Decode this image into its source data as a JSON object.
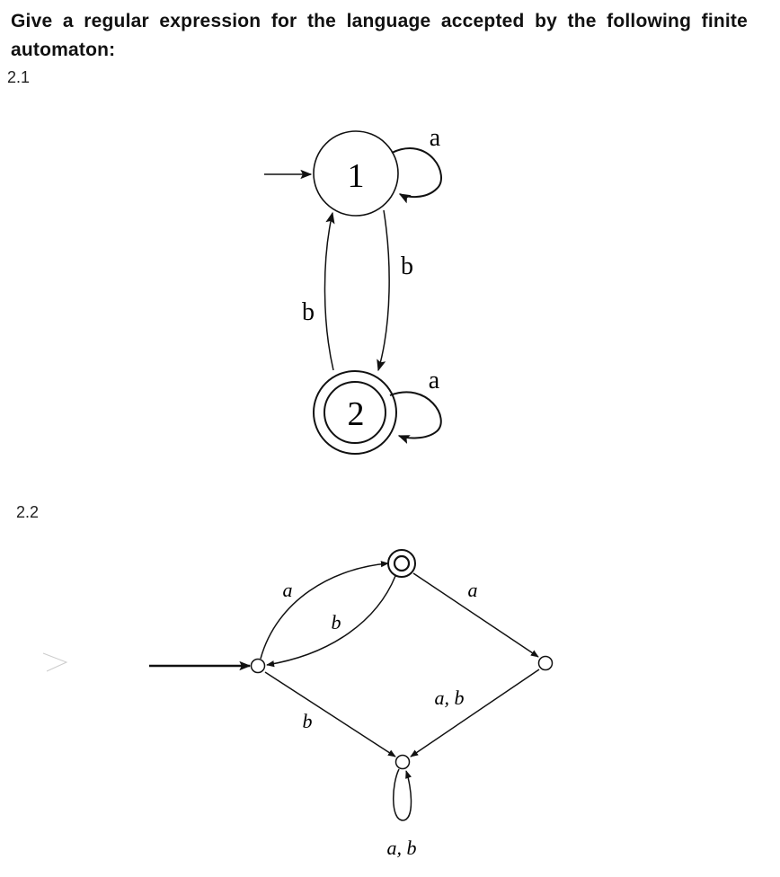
{
  "question": "Give a regular expression for the language accepted by the following finite automaton:",
  "parts": [
    {
      "label": "2.1",
      "states": [
        {
          "id": "1",
          "label": "1",
          "start": true,
          "accepting": false
        },
        {
          "id": "2",
          "label": "2",
          "start": false,
          "accepting": true
        }
      ],
      "transitions": [
        {
          "from": "1",
          "to": "1",
          "label": "a"
        },
        {
          "from": "1",
          "to": "2",
          "label": "b"
        },
        {
          "from": "2",
          "to": "1",
          "label": "b"
        },
        {
          "from": "2",
          "to": "2",
          "label": "a"
        }
      ]
    },
    {
      "label": "2.2",
      "states": [
        {
          "id": "start",
          "start": true,
          "accepting": false
        },
        {
          "id": "top",
          "start": false,
          "accepting": true
        },
        {
          "id": "right",
          "start": false,
          "accepting": false
        },
        {
          "id": "bottom",
          "start": false,
          "accepting": false
        }
      ],
      "transitions": [
        {
          "from": "start",
          "to": "top",
          "label": "a"
        },
        {
          "from": "top",
          "to": "start",
          "label": "b"
        },
        {
          "from": "top",
          "to": "right",
          "label": "a"
        },
        {
          "from": "start",
          "to": "bottom",
          "label": "b"
        },
        {
          "from": "right",
          "to": "bottom",
          "label": "a, b"
        },
        {
          "from": "bottom",
          "to": "bottom",
          "label": "a, b"
        }
      ]
    }
  ]
}
